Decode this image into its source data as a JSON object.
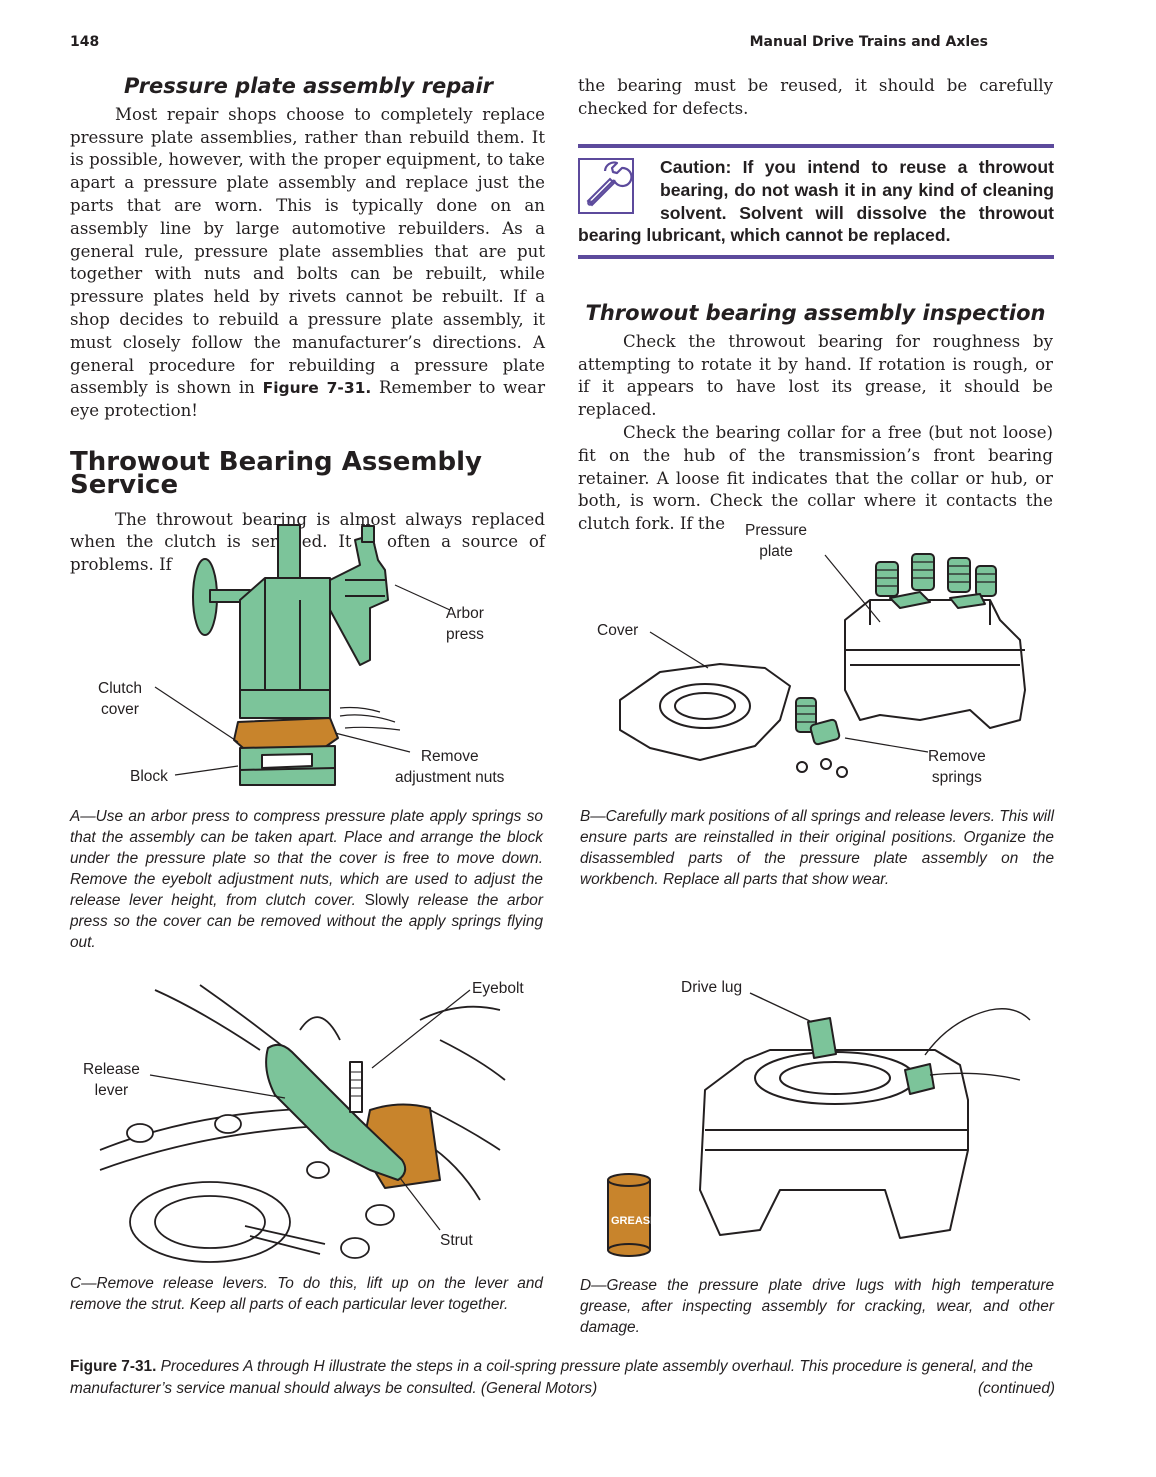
{
  "header": {
    "page_number": "148",
    "running_title": "Manual Drive Trains and Axles"
  },
  "left_column": {
    "section1_heading": "Pressure plate assembly repair",
    "section1_para_text": "Most repair shops choose to completely replace pressure plate assemblies, rather than rebuild them. It is possible, however, with the proper equipment, to take apart a pressure plate assembly and replace just the parts that are worn. This is typically done on an assembly line by large automotive rebuilders. As a general rule, pressure plate assemblies that are put together with nuts and bolts can be rebuilt, while pressure plates held by rivets cannot be rebuilt. If a shop decides to rebuild a pressure plate assembly, it must closely follow the manufacturer’s directions. A general procedure for rebuilding a pressure plate assembly is shown in ",
    "section1_figure_ref": "Figure 7-31.",
    "section1_para_end": " Remember to wear eye protection!",
    "section2_heading": "Throwout Bearing Assembly Service",
    "section2_para": "The throwout bearing is almost always replaced when the clutch is serviced. It is often a source of problems. If"
  },
  "right_column": {
    "continuation": "the bearing must be reused, it should be carefully checked for defects.",
    "caution": "Caution: If you intend to reuse a throwout bearing, do not wash it in any kind of cleaning solvent. Solvent will dissolve the throwout bearing lubricant, which cannot be replaced.",
    "caution_icon": "wrench-icon",
    "section3_heading": "Throwout bearing assembly inspection",
    "para1": "Check the throwout bearing for roughness by attempting to rotate it by hand. If rotation is rough, or if it appears to have lost its grease, it should be replaced.",
    "para2": "Check the bearing collar for a free (but not loose) fit on the hub of the transmission’s front bearing retainer. A loose fit indicates that the collar or hub, or both, is worn. Check the collar where it contacts the clutch fork. If the"
  },
  "figures": {
    "A": {
      "labels": {
        "arbor_press": "Arbor\npress",
        "clutch_cover": "Clutch\ncover",
        "block": "Block",
        "remove_nuts": "Remove\nadjustment nuts"
      },
      "caption_a": "A—Use an arbor press to compress pressure plate apply springs so that the assembly can be taken apart. Place and arrange the block under the pressure plate so that the cover is free to move down. Remove the eyebolt adjustment nuts, which are used to adjust the release lever height, from clutch cover. ",
      "caption_upright": "Slowly",
      "caption_b": " release the arbor press so the cover can be removed without the apply springs flying out."
    },
    "B": {
      "labels": {
        "pressure_plate": "Pressure\nplate",
        "cover": "Cover",
        "remove_springs": "Remove\nsprings"
      },
      "caption": "B—Carefully mark positions of all springs and release levers. This will ensure parts are reinstalled in their original positions. Organize the disassembled parts of the pressure plate assembly on the workbench. Replace all parts that show wear."
    },
    "C": {
      "labels": {
        "eyebolt": "Eyebolt",
        "release_lever": "Release\nlever",
        "strut": "Strut"
      },
      "caption": "C—Remove release levers. To do this, lift up on the lever and remove the strut. Keep all parts of each particular lever together."
    },
    "D": {
      "labels": {
        "drive_lug": "Drive lug",
        "grease_can": "GREASE"
      },
      "caption": "D—Grease the pressure plate drive lugs with high temperature grease, after inspecting assembly for cracking, wear, and other damage."
    },
    "figure_caption": {
      "number": "Figure 7-31.",
      "text": " Procedures A through H illustrate the steps in a coil-spring pressure plate assembly overhaul. This procedure is general, and the manufacturer’s service manual should always be consulted. (General Motors)",
      "continued": "(continued)"
    }
  },
  "colors": {
    "accent_purple": "#5c4a9c",
    "illustration_green": "#7cc49a",
    "illustration_orange": "#c8842c",
    "text": "#231f20"
  }
}
